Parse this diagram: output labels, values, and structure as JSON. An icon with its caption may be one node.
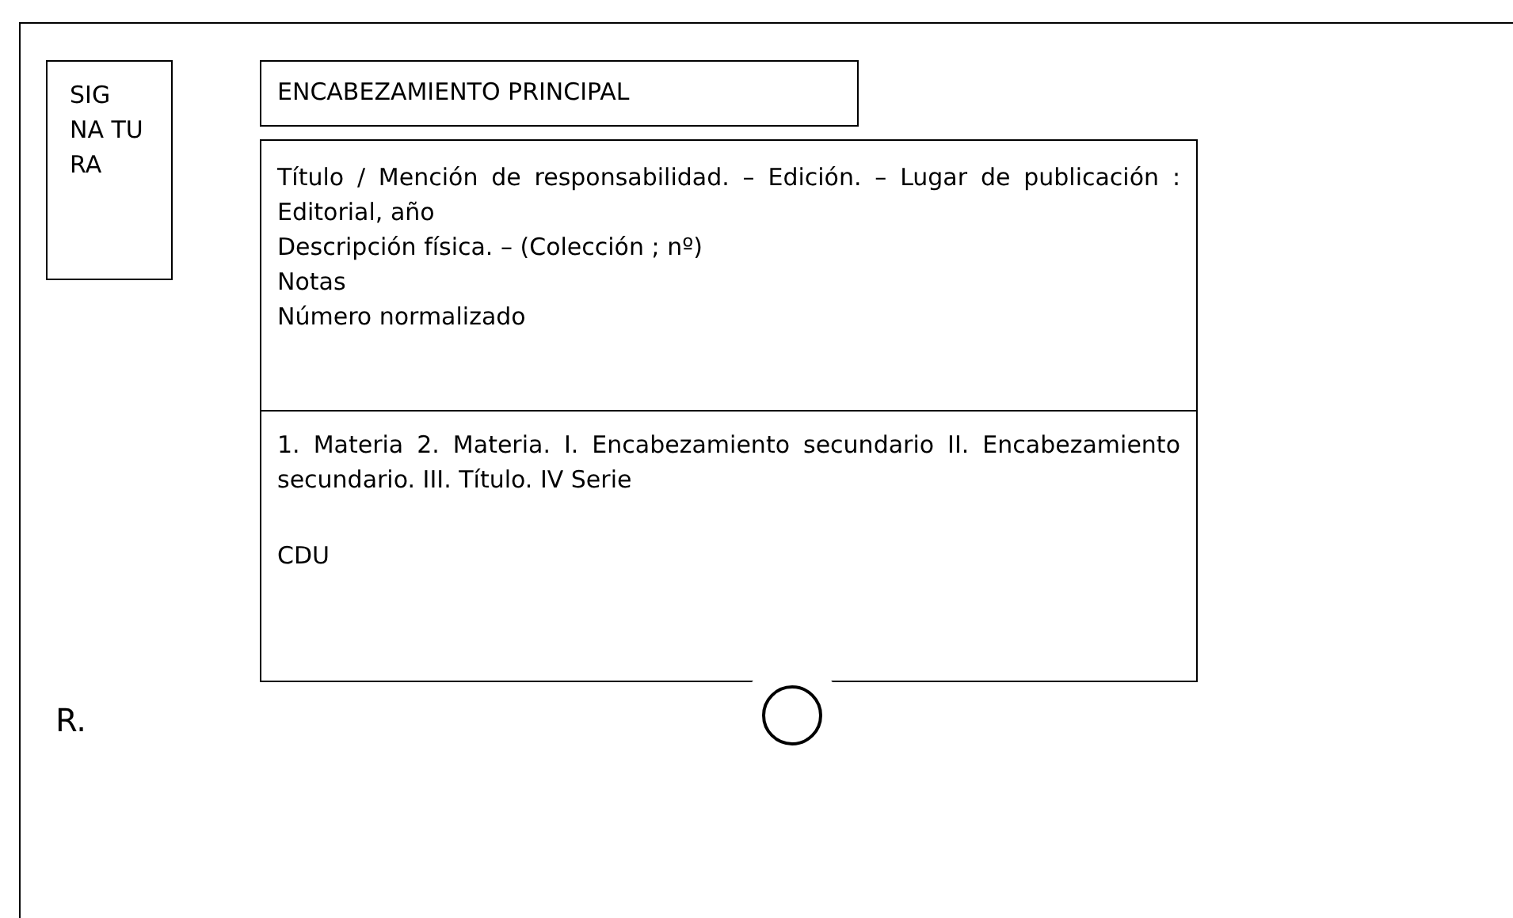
{
  "diagram": {
    "nodes": [
      {
        "text": [],
        "shape": "box"
      },
      {
        "text": [
          "SIG NA TU RA"
        ],
        "in": 0
      },
      {
        "text": [
          "ENCABEZAMIENTO PRINCIPAL"
        ],
        "in": 0
      },
      {
        "text": [
          "Título / Mención de responsabilidad. – Edición. – Lugar de publicación : Editorial, año",
          "Descripción física. – (Colección ; nº)",
          "Notas",
          "Número normalizado"
        ],
        "in": 0
      },
      {
        "text": [
          "1. Materia 2. Materia. I. Encabezamiento secundario II. Encabezamiento secundario. III. Título. IV Serie",
          "CDU"
        ],
        "in": 0
      },
      {
        "text": [],
        "shape": "circle",
        "in": 0
      }
    ],
    "edges": [],
    "labels": [
      "R."
    ]
  }
}
